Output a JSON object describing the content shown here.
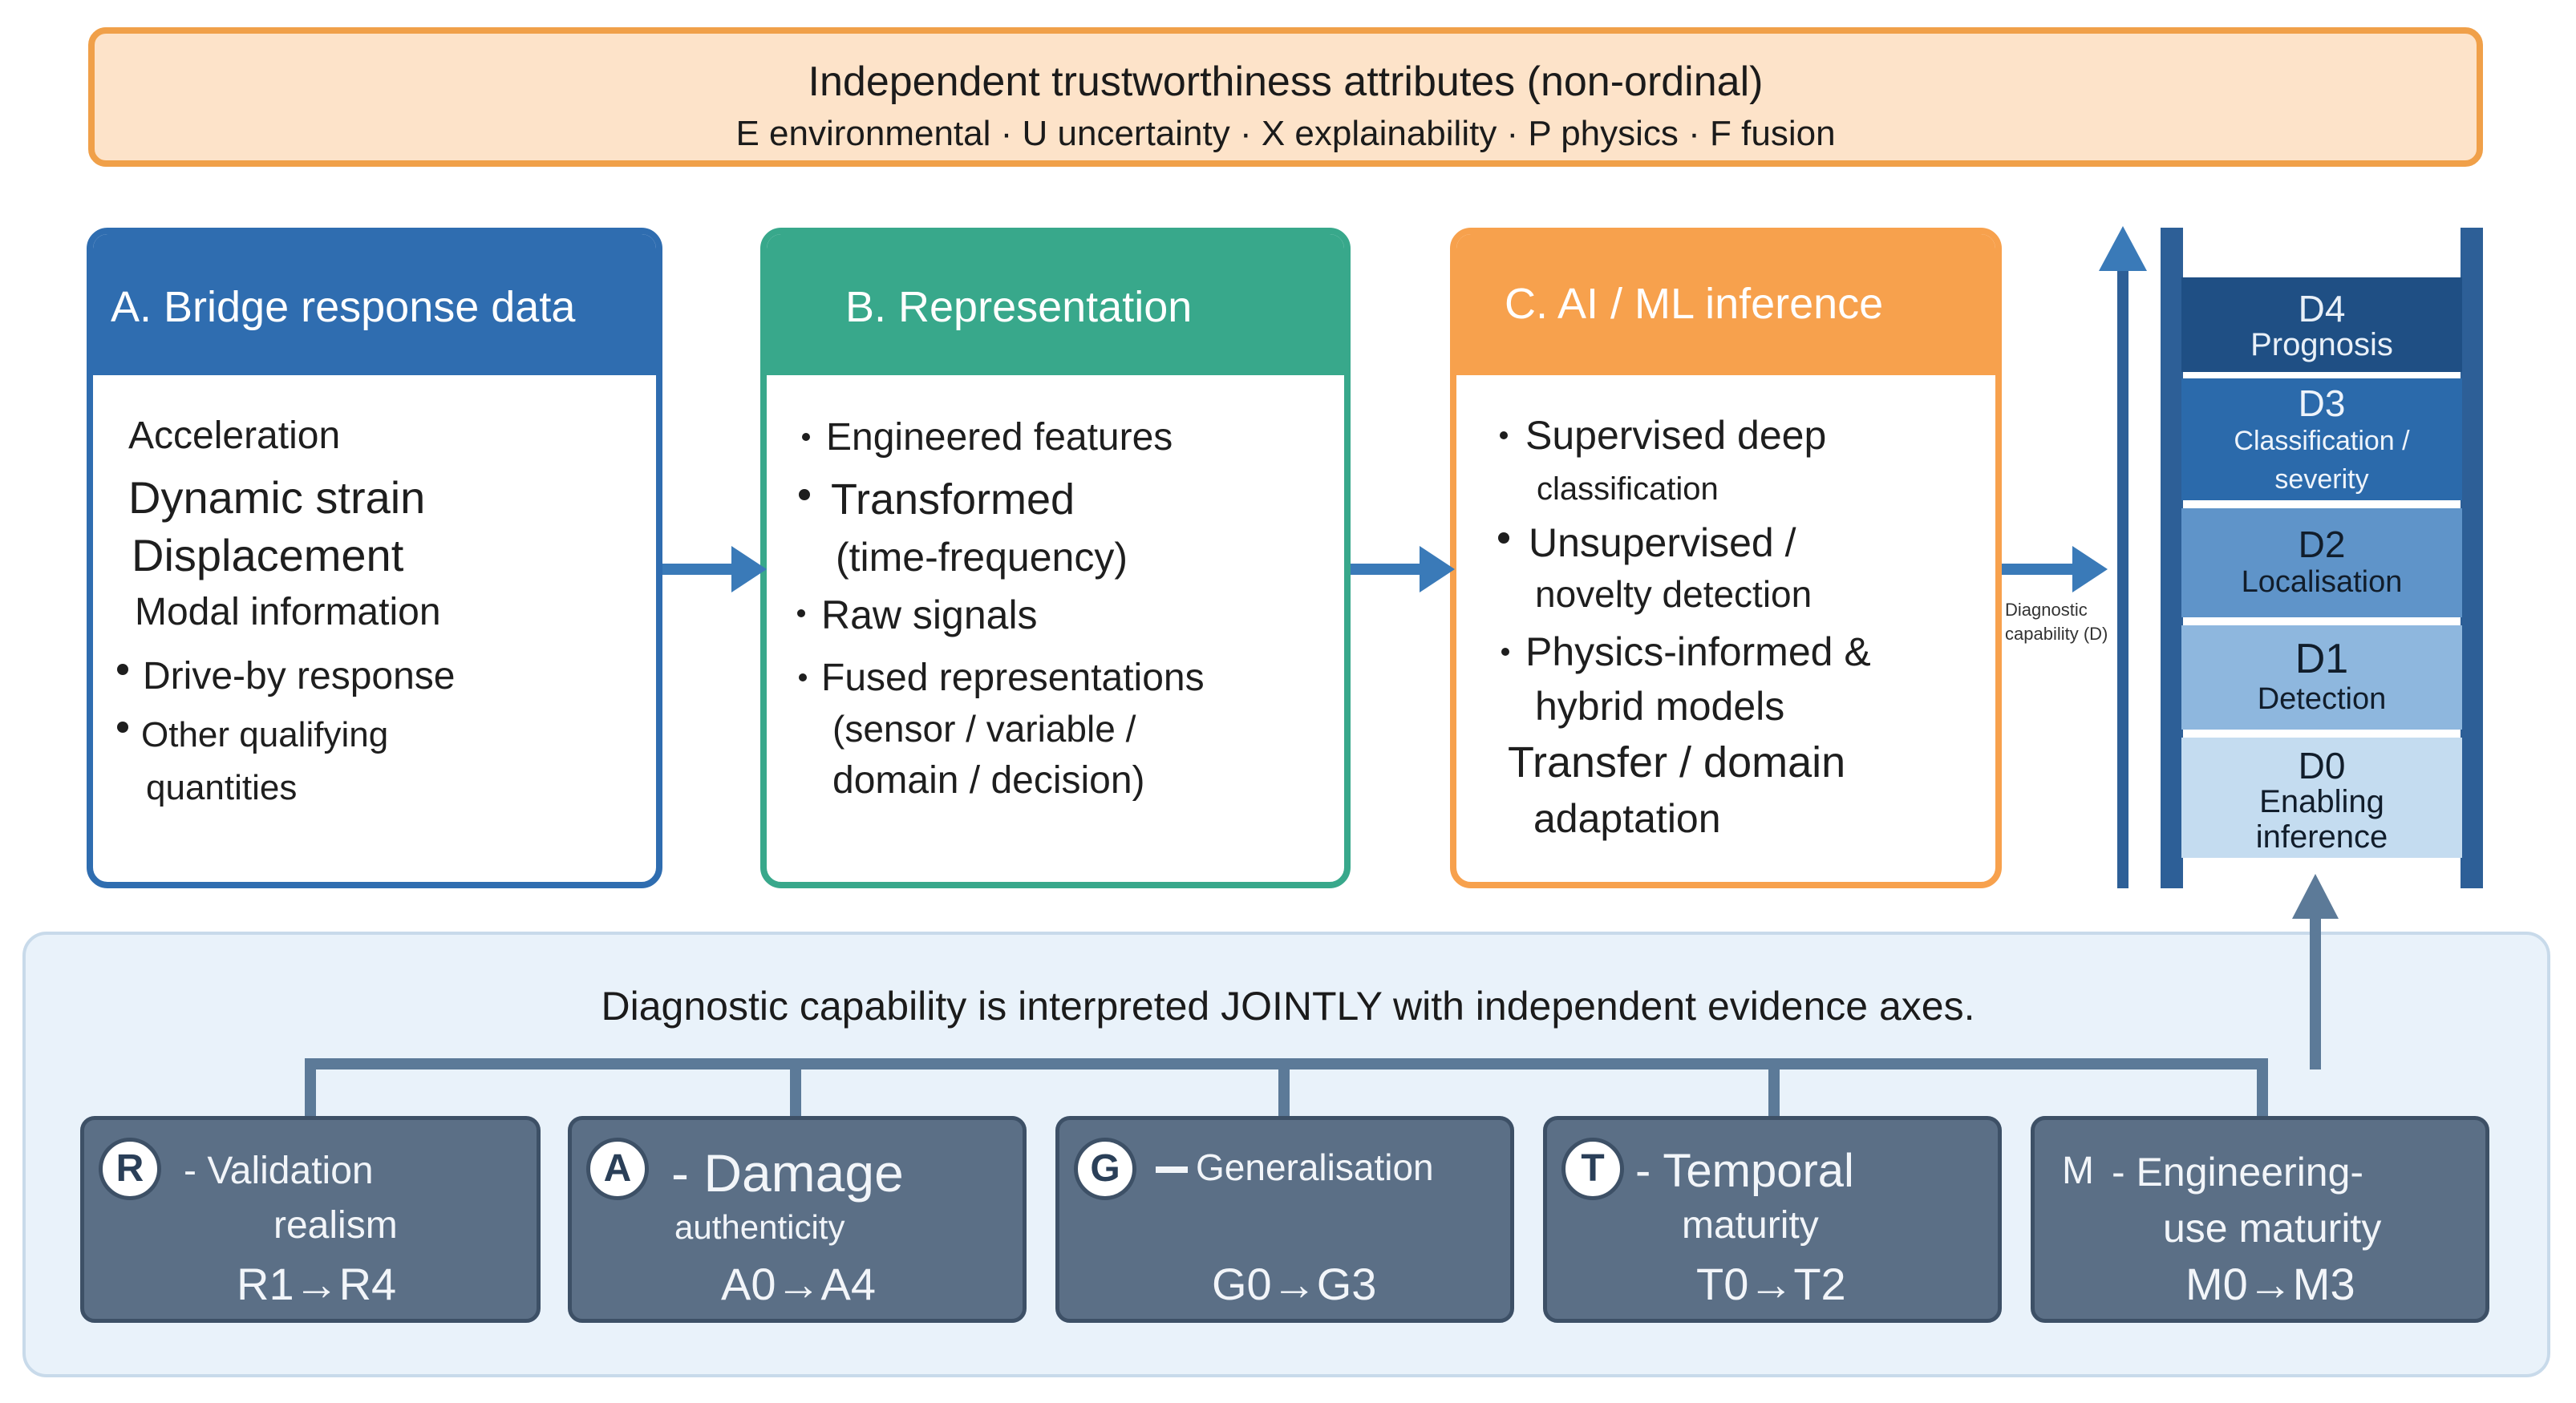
{
  "banner": {
    "title": "Independent trustworthiness attributes (non-ordinal)",
    "subtitle": "E environmental · U uncertainty · X explainability · P physics · F fusion"
  },
  "colors": {
    "blue": "#2f6db0",
    "teal": "#38a88b",
    "orange": "#f7a14d",
    "axis_fill": "#5b6f86"
  },
  "boxA": {
    "title": "A. Bridge response data",
    "items": [
      "Acceleration",
      "Dynamic strain",
      "Displacement",
      "Modal information",
      "Drive-by response",
      "Other qualifying",
      "quantities"
    ]
  },
  "boxB": {
    "title": "B. Representation",
    "items": [
      "Engineered features",
      "Transformed",
      "(time-frequency)",
      "Raw signals",
      "Fused representations",
      "(sensor / variable /",
      "domain / decision)"
    ]
  },
  "boxC": {
    "title": "C. AI / ML inference",
    "items": [
      "Supervised deep",
      "classification",
      "Unsupervised /",
      "novelty detection",
      "Physics-informed &",
      "hybrid models",
      "Transfer / domain",
      "adaptation"
    ]
  },
  "arrow_label": [
    "Diagnostic",
    "capability (D)"
  ],
  "ladder": [
    {
      "code": "D4",
      "label": "Prognosis"
    },
    {
      "code": "D3",
      "label": "Classification /",
      "label2": "severity"
    },
    {
      "code": "D2",
      "label": "Localisation"
    },
    {
      "code": "D1",
      "label": "Detection"
    },
    {
      "code": "D0",
      "label": "Enabling",
      "label2": "inference"
    }
  ],
  "jointly": "Diagnostic capability is interpreted JOINTLY with independent evidence axes.",
  "axes": [
    {
      "badge": "R",
      "title": "- Validation",
      "title2": "realism",
      "range": "R1→R4"
    },
    {
      "badge": "A",
      "title": "- Damage",
      "title2": "authenticity",
      "range": "A0→A4"
    },
    {
      "badge": "G",
      "title": "Generalisation",
      "title2": "",
      "range": "G0→G3"
    },
    {
      "badge": "T",
      "title": "- Temporal",
      "title2": "maturity",
      "range": "T0→T2"
    },
    {
      "badge": "M",
      "title": "- Engineering-",
      "title2": "use maturity",
      "range": "M0→M3"
    }
  ]
}
